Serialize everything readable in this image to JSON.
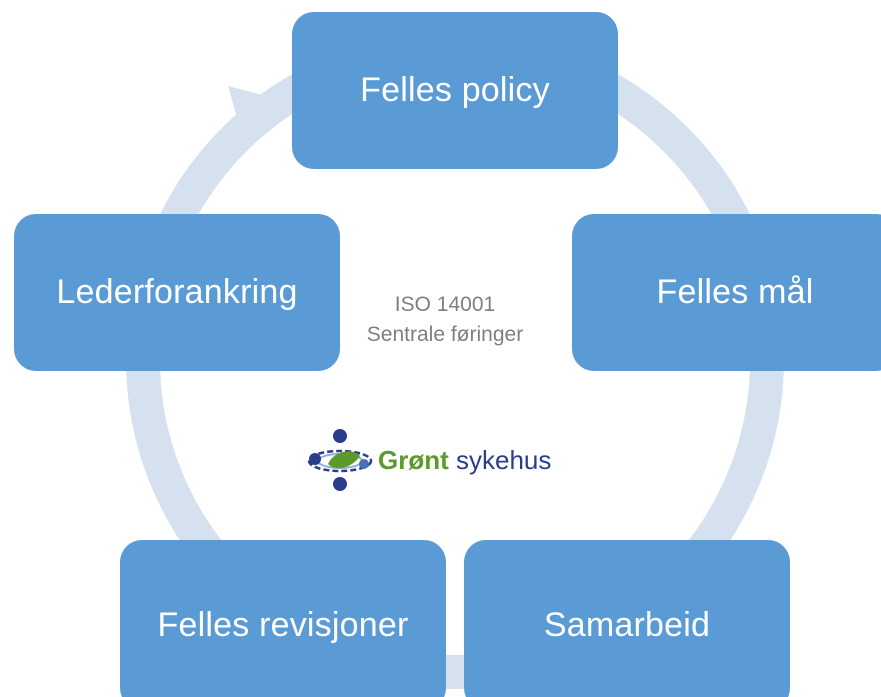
{
  "diagram": {
    "nodes": {
      "policy": "Felles policy",
      "mal": "Felles mål",
      "samarbeid": "Samarbeid",
      "revisjon": "Felles revisjoner",
      "leder": "Lederforankring"
    },
    "center": {
      "line1": "ISO 14001",
      "line2": "Sentrale føringer"
    },
    "logo": {
      "word1": "Grønt",
      "word2": "sykehus"
    },
    "colors": {
      "node_fill": "#5b9bd5",
      "node_text": "#ffffff",
      "cycle_arrow": "#d6e1f0",
      "center_text": "#7f7f7f",
      "logo_green": "#5c9a2b",
      "logo_blue": "#2b3e8c"
    }
  }
}
